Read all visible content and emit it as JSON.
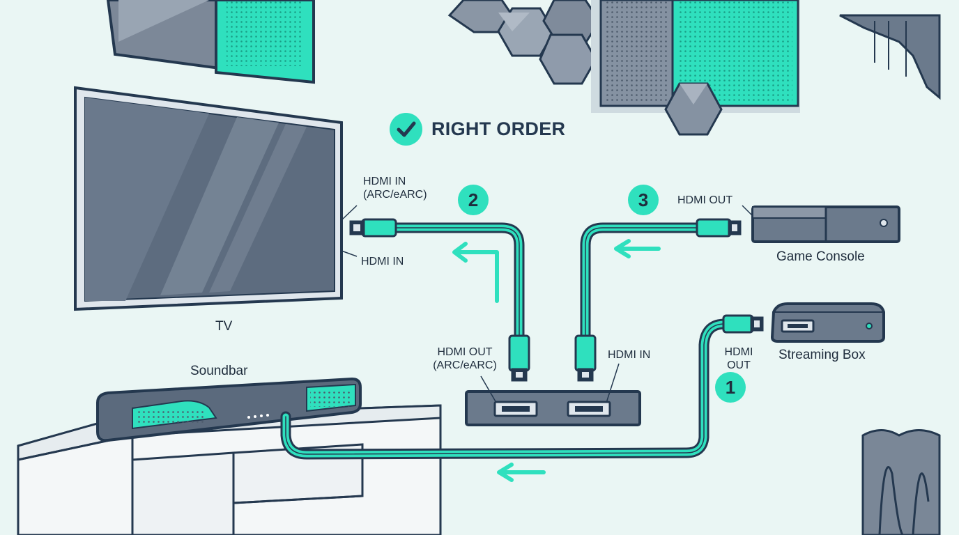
{
  "title": {
    "text": "RIGHT ORDER",
    "icon": "check-icon"
  },
  "devices": {
    "tv": {
      "label": "TV"
    },
    "soundbar": {
      "label": "Soundbar"
    },
    "game_console": {
      "label": "Game Console"
    },
    "streaming_box": {
      "label": "Streaming Box"
    }
  },
  "ports": {
    "tv_arc_line1": "HDMI IN",
    "tv_arc_line2": "(ARC/eARC)",
    "tv_hdmi_in": "HDMI IN",
    "soundbar_out_line1": "HDMI OUT",
    "soundbar_out_line2": "(ARC/eARC)",
    "soundbar_in": "HDMI IN",
    "console_out": "HDMI OUT",
    "streaming_out_line1": "HDMI",
    "streaming_out_line2": "OUT"
  },
  "steps": [
    {
      "number": "1"
    },
    {
      "number": "2"
    },
    {
      "number": "3"
    }
  ],
  "colors": {
    "accent": "#2fe0be",
    "outline": "#24384f",
    "device_gray": "#6b7a8c",
    "background": "#eaf6f4"
  }
}
